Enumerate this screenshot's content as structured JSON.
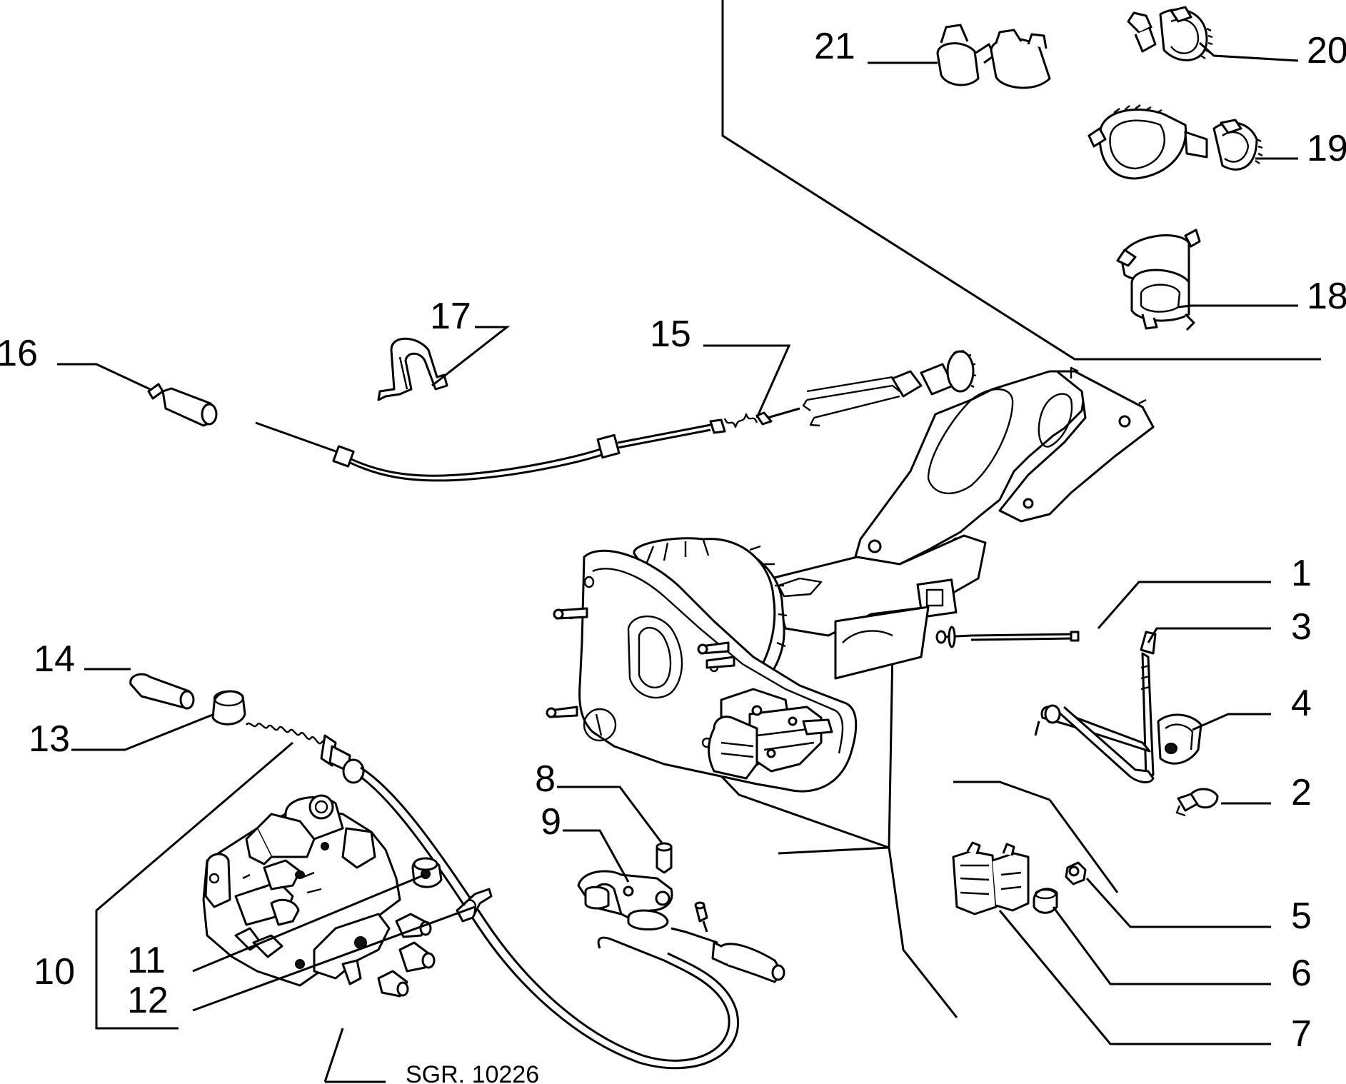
{
  "diagram": {
    "reference_code": "SGR. 10226",
    "callouts": [
      {
        "id": "c1",
        "label": "1"
      },
      {
        "id": "c2",
        "label": "2"
      },
      {
        "id": "c3",
        "label": "3"
      },
      {
        "id": "c4",
        "label": "4"
      },
      {
        "id": "c5",
        "label": "5"
      },
      {
        "id": "c6",
        "label": "6"
      },
      {
        "id": "c7",
        "label": "7"
      },
      {
        "id": "c8",
        "label": "8"
      },
      {
        "id": "c9",
        "label": "9"
      },
      {
        "id": "c10",
        "label": "10"
      },
      {
        "id": "c11",
        "label": "11"
      },
      {
        "id": "c12",
        "label": "12"
      },
      {
        "id": "c13",
        "label": "13"
      },
      {
        "id": "c14",
        "label": "14"
      },
      {
        "id": "c15",
        "label": "15"
      },
      {
        "id": "c16",
        "label": "16"
      },
      {
        "id": "c17",
        "label": "17"
      },
      {
        "id": "c18",
        "label": "18"
      },
      {
        "id": "c19",
        "label": "19"
      },
      {
        "id": "c20",
        "label": "20"
      },
      {
        "id": "c21",
        "label": "21"
      }
    ]
  }
}
